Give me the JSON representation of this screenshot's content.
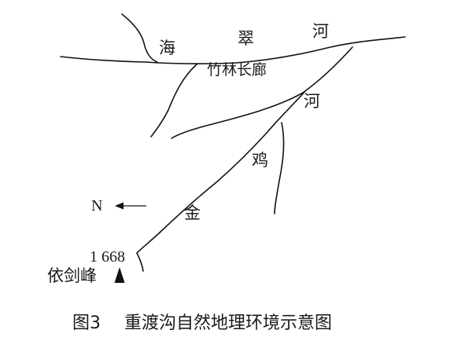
{
  "map": {
    "labels": {
      "haicui_hai": "海",
      "haicui_cui": "翠",
      "haicui_he": "河",
      "zhulin": "竹林长廊",
      "jinji_he": "河",
      "jinji_ji": "鸡",
      "jinji_jin": "金",
      "north": "N",
      "elevation": "1 668",
      "peak": "依剑峰"
    },
    "icons": {
      "north_arrow": "left-arrow-icon",
      "peak_marker": "filled-triangle-icon"
    },
    "line_color": "#111111",
    "text_color": "#1a1a1a"
  },
  "caption": {
    "figure_no": "图3",
    "title": "重渡沟自然地理环境示意图"
  }
}
